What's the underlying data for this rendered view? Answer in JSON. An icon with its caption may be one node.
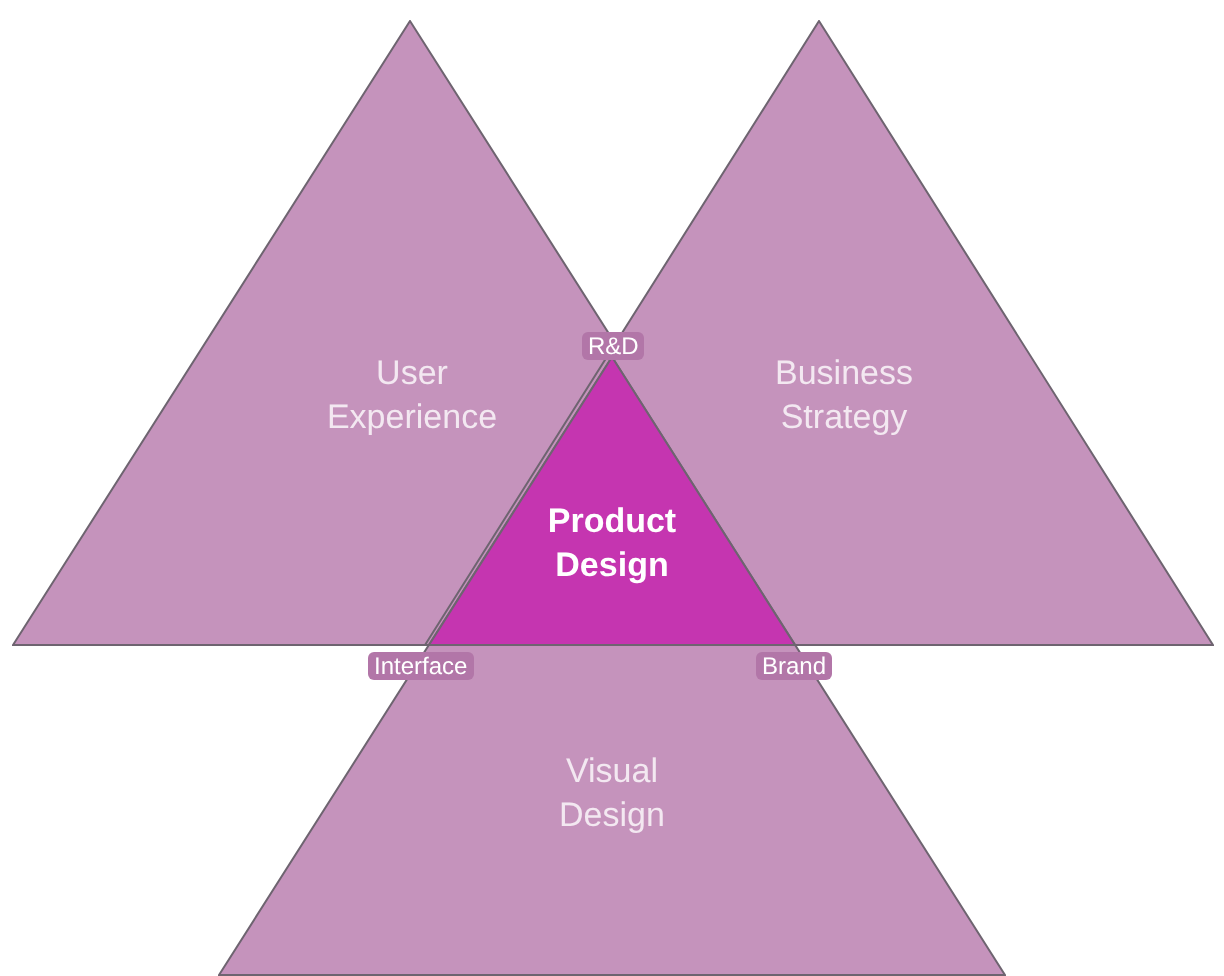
{
  "diagram": {
    "nodes": [
      {
        "text": [
          "User Experience"
        ]
      },
      {
        "text": [
          "Business Strategy"
        ]
      },
      {
        "text": [
          "Visual Design"
        ]
      },
      {
        "text": [
          "Product Design"
        ]
      }
    ],
    "labels": [
      "R&D",
      "Interface",
      "Brand"
    ]
  }
}
